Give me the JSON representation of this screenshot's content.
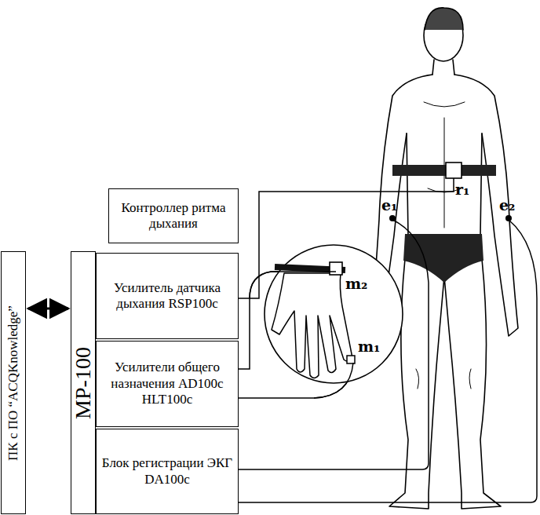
{
  "diagram": {
    "nodes": [
      {
        "text": [
          "ПК с ПО “ACQKnowledge”"
        ]
      },
      {
        "text": [
          "MP-100"
        ]
      },
      {
        "text": [
          "Контроллер ритма дыхания"
        ]
      },
      {
        "text": [
          "Усилитель датчика дыхания RSP100c"
        ]
      },
      {
        "text": [
          "Усилители общего назначения AD100c HLT100c"
        ]
      },
      {
        "text": [
          "Блок регистрации ЭКГ DA100c"
        ]
      }
    ],
    "edges": [
      {
        "from": 0,
        "to": 1,
        "arrow": "both"
      }
    ],
    "labels": [
      "r₁",
      "e₁",
      "e₂",
      "m₂",
      "m₁"
    ]
  }
}
